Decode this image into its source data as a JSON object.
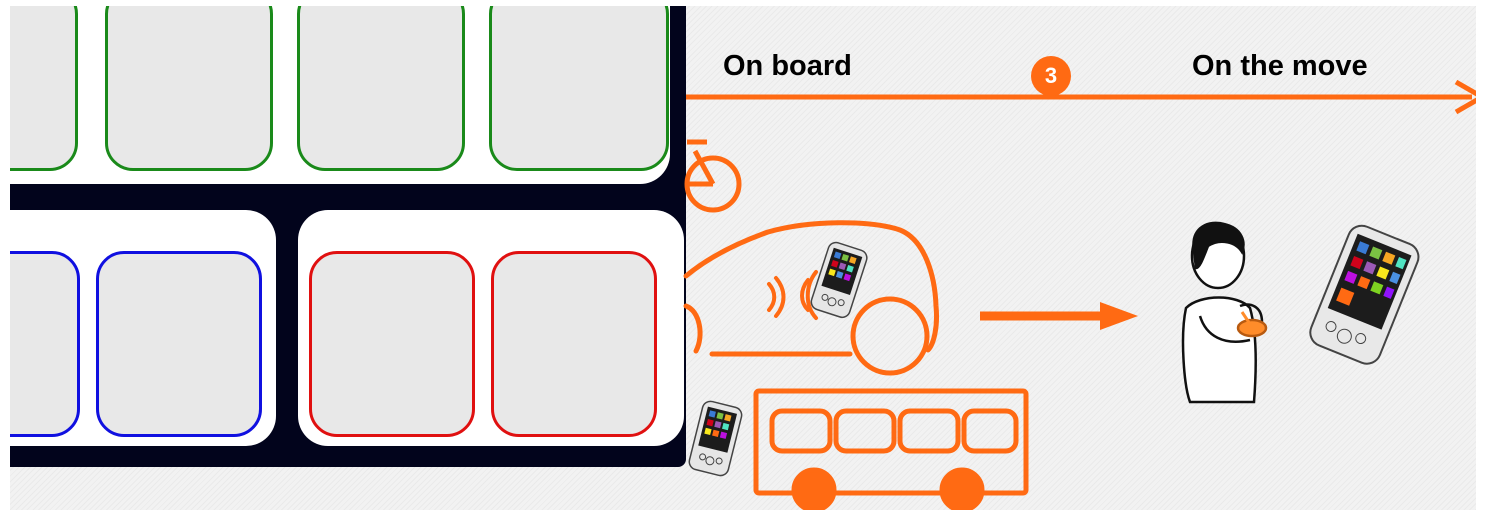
{
  "timeline": {
    "left_label": "On board",
    "step_number": "3",
    "right_label": "On the move"
  },
  "colors": {
    "accent_orange": "#ff6a13",
    "board_background": "#02041c",
    "slot_fill": "#e8e8e8",
    "slot_green": "#1a8a1a",
    "slot_blue": "#1010e0",
    "slot_red": "#e01010"
  },
  "icons": [
    "bicycle-icon",
    "car-icon",
    "bus-icon",
    "smartphone-icon",
    "person-with-phone-icon",
    "arrow-right-icon",
    "signal-waves-icon"
  ]
}
